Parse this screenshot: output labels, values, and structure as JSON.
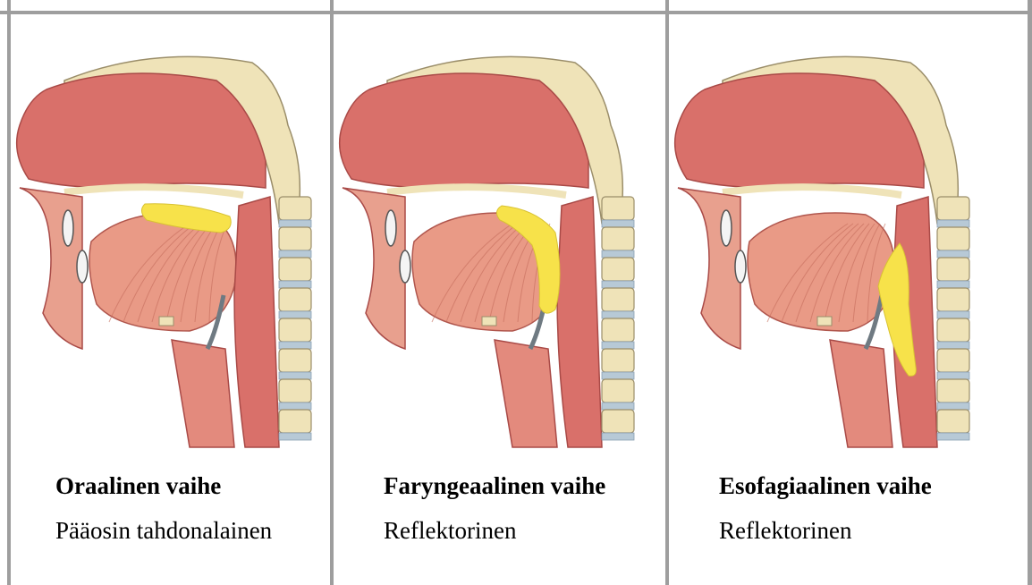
{
  "panels": [
    {
      "title": "Oraalinen vaihe",
      "subtitle": "Pääosin tahdonalainen",
      "bolus": "oral"
    },
    {
      "title": "Faryngeaalinen vaihe",
      "subtitle": "Reflektorinen",
      "bolus": "pharyngeal"
    },
    {
      "title": "Esofagiaalinen vaihe",
      "subtitle": "Reflektorinen",
      "bolus": "esophageal"
    }
  ],
  "colors": {
    "border": "#9e9e9e",
    "bolus": "#f7e24a",
    "bone": "#efe3b8",
    "tissue": "#d9706a",
    "tongue": "#e99a86",
    "cartilage": "#b7c9d6"
  }
}
